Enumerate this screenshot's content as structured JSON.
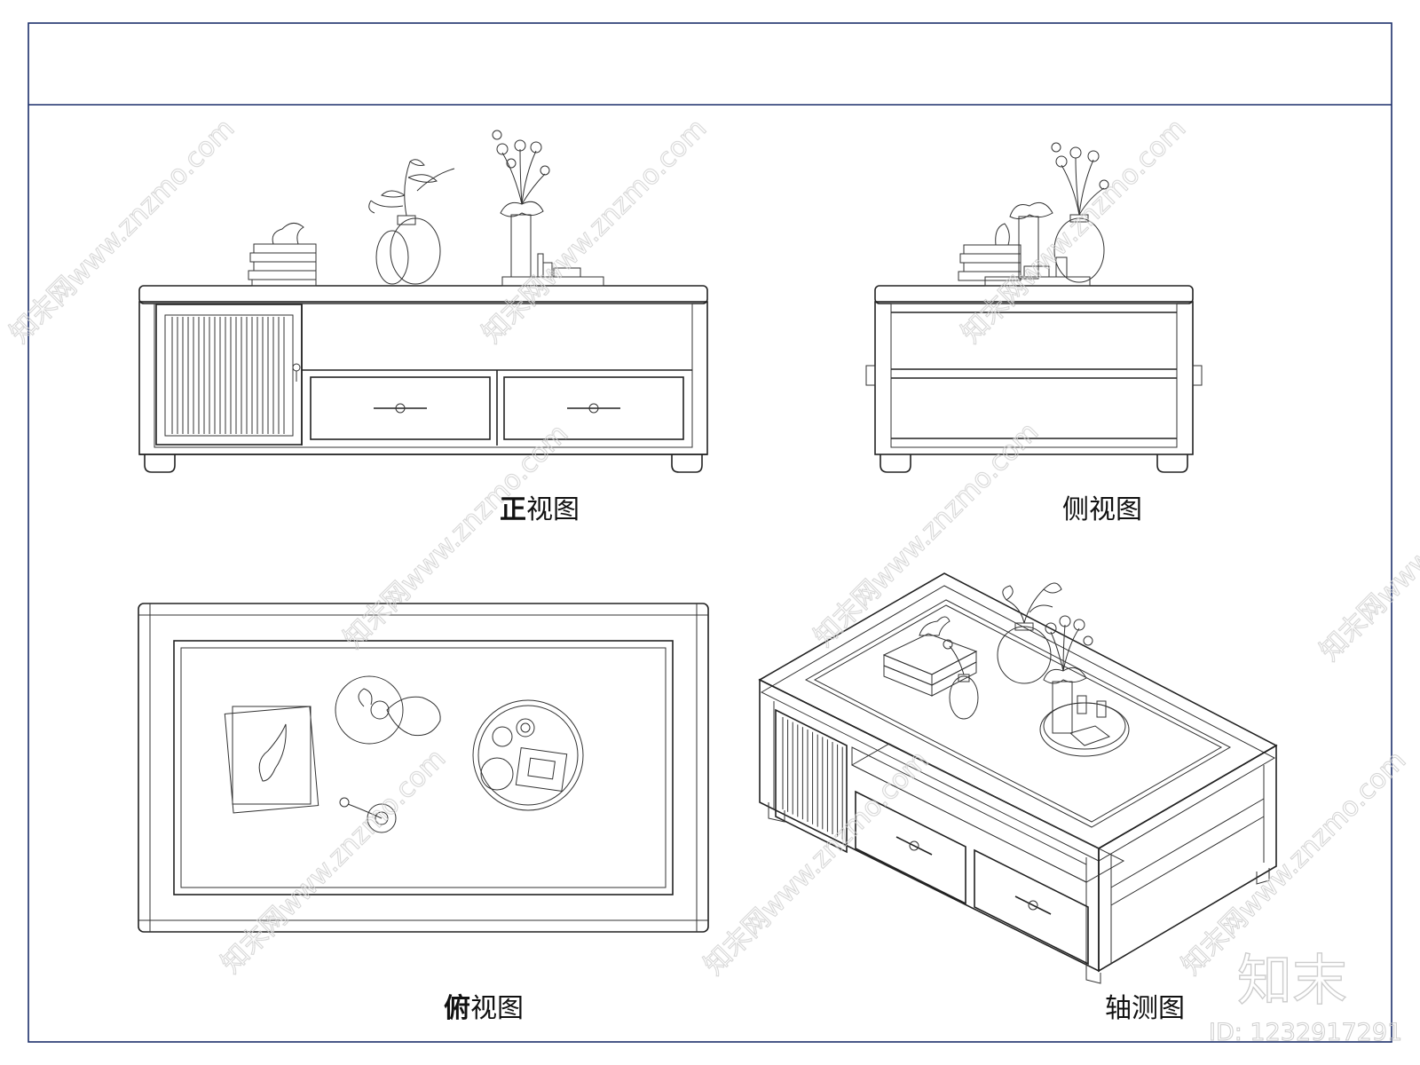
{
  "views": {
    "front": {
      "prefix": "正",
      "rest": "视图"
    },
    "side": {
      "text": "侧视图"
    },
    "top": {
      "prefix": "俯",
      "rest": "视图"
    },
    "axonometric": {
      "text": "轴测图"
    }
  },
  "watermark": {
    "text": "知末网www.znzmo.com",
    "brand": "知末",
    "id_text": "ID: 1232917291"
  },
  "colors": {
    "frame": "#1c2f6b",
    "line": "#222222",
    "watermark": "#cfcfcf"
  }
}
